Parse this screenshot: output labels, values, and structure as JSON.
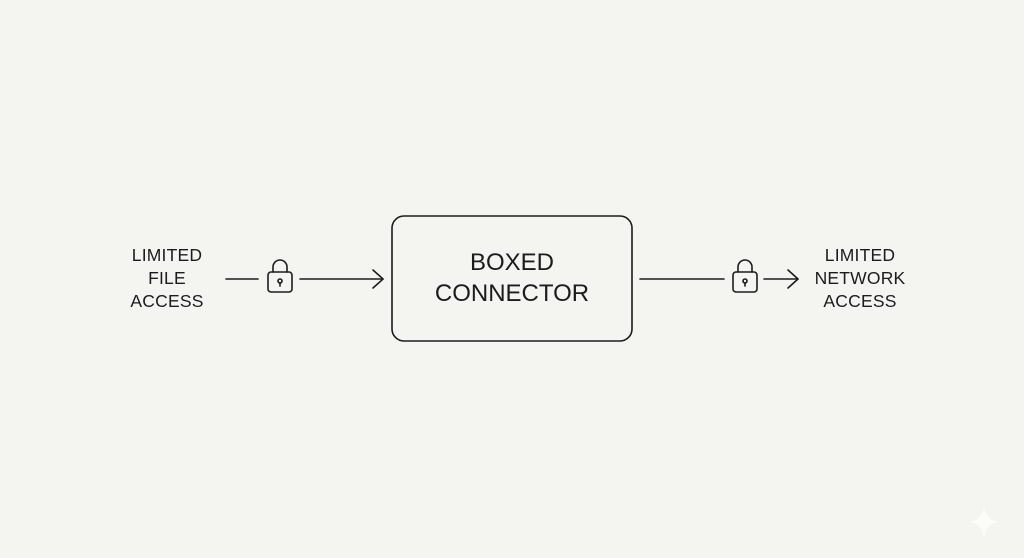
{
  "left_label": {
    "lines": [
      "LIMITED",
      "FILE",
      "ACCESS"
    ]
  },
  "center_box": {
    "lines": [
      "BOXED",
      "CONNECTOR"
    ]
  },
  "right_label": {
    "lines": [
      "LIMITED",
      "NETWORK",
      "ACCESS"
    ]
  },
  "icons": [
    "lock-icon",
    "lock-icon",
    "arrow-right-icon",
    "sparkle-icon"
  ],
  "colors": {
    "background": "#f4f4f0",
    "stroke": "#1c1c1c"
  }
}
